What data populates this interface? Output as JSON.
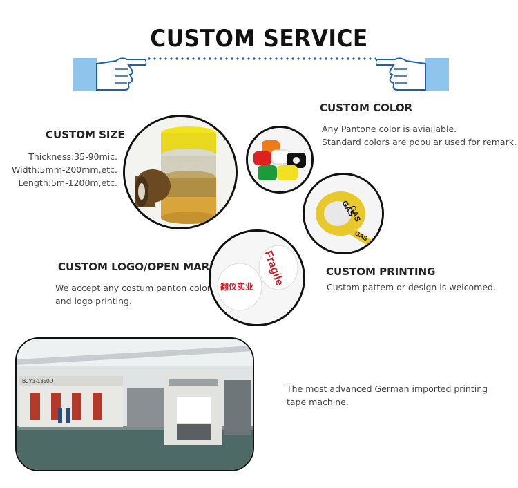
{
  "page_title": "CUSTOM SERVICE",
  "custom_size": {
    "heading": "CUSTOM SIZE",
    "lines": [
      "Thickness:35-90mic.",
      "Width:5mm-200mm,etc.",
      "Length:5m-1200m,etc."
    ]
  },
  "custom_color": {
    "heading": "CUSTOM COLOR",
    "lines": [
      "Any Pantone color is aviailable.",
      "Standard colors are popular used for remark."
    ]
  },
  "custom_logo": {
    "heading": "CUSTOM LOGO/OPEN MARK",
    "lines": [
      "We accept any costum panton color.",
      "and logo printing."
    ]
  },
  "custom_printing": {
    "heading": "CUSTOM PRINTING",
    "lines": [
      "Custom pattem or design is welcomed."
    ]
  },
  "machine": {
    "caption_lines": [
      "The most advanced German imported printing",
      "tape machine."
    ],
    "model_label": "BJY3-1350D"
  },
  "tape_labels": {
    "gas": "GAS",
    "fragile": "Fragile"
  },
  "colors": {
    "accent_blue": "#1f5fa8",
    "hand_blue": "#8fc4ec",
    "tape_yellow": "#e8d820",
    "tape_brown": "#6b4a22",
    "tape_red": "#c8202a"
  }
}
